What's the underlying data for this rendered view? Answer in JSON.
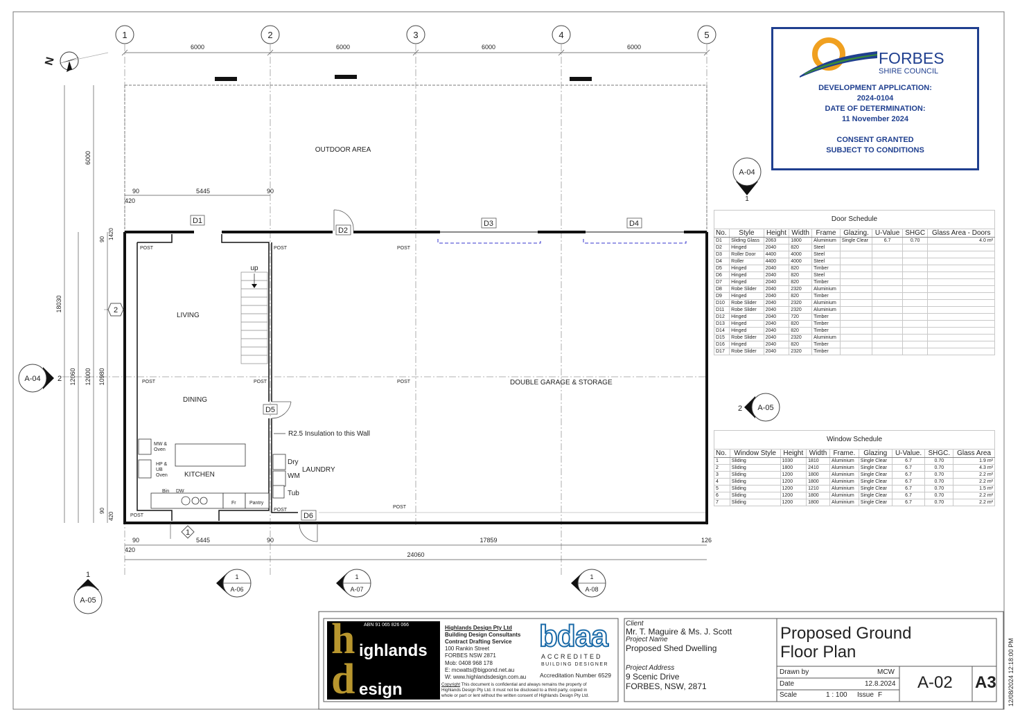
{
  "grid": {
    "columns": [
      "1",
      "2",
      "3",
      "4",
      "5"
    ],
    "top_dims": [
      "6000",
      "6000",
      "6000",
      "6000"
    ]
  },
  "north": "N",
  "dims": {
    "left_6000": "6000",
    "d90a": "90",
    "d5445": "5445",
    "d90b": "90",
    "d420a": "420",
    "d1420": "1420",
    "d90c": "90",
    "d18030": "18030",
    "d12060": "12060",
    "d12000": "12000",
    "d10980": "10980",
    "d90d": "90",
    "d420b": "420",
    "bot_90a": "90",
    "bot_5445": "5445",
    "bot_90b": "90",
    "bot_17859": "17859",
    "bot_126": "126",
    "bot_420": "420",
    "bot_24060": "24060"
  },
  "rooms": {
    "outdoor": "OUTDOOR AREA",
    "living": "LIVING",
    "dining": "DINING",
    "kitchen": "KITCHEN",
    "laundry": "LAUNDRY",
    "garage": "DOUBLE GARAGE & STORAGE"
  },
  "labels": {
    "up": "up",
    "post": "POST",
    "insulation": "R2.5 Insulation to this Wall",
    "mw_oven_1": "MW &",
    "mw_oven_2": "Oven",
    "hp_1": "HP &",
    "hp_2": "UB",
    "hp_3": "Oven",
    "bin": "Bin",
    "dw": "DW",
    "fr": "Fr",
    "pantry": "Pantry",
    "dry": "Dry",
    "wm": "WM",
    "tub": "Tub"
  },
  "doors": {
    "d1": "D1",
    "d2": "D2",
    "d3": "D3",
    "d4": "D4",
    "d5": "D5",
    "d6": "D6"
  },
  "markers": {
    "left_grid_2": "2",
    "bottom_grid_1": "1",
    "a04_top": "A-04",
    "a04_top_num": "1",
    "a04_left": "A-04",
    "a04_left_num": "2",
    "a05_right": "A-05",
    "a05_right_num": "2",
    "a05_bottom": "A-05",
    "a05_bottom_num": "1",
    "a06": "A-06",
    "a06_num": "1",
    "a07": "A-07",
    "a07_num": "1",
    "a08": "A-08",
    "a08_num": "1"
  },
  "stamp": {
    "council_1": "FORBES",
    "council_2": "SHIRE COUNCIL",
    "line1": "DEVELOPMENT APPLICATION:",
    "line2": "2024-0104",
    "line3": "DATE OF DETERMINATION:",
    "line4": "11 November 2024",
    "line5": "CONSENT GRANTED",
    "line6": "SUBJECT TO CONDITIONS",
    "colors": {
      "blue": "#1f3f8f",
      "orange": "#f0a020",
      "green": "#3a8a3a"
    }
  },
  "door_schedule": {
    "title": "Door Schedule",
    "headers": [
      "No.",
      "Style",
      "Height",
      "Width",
      "Frame",
      "Glazing.",
      "U-Value",
      "SHGC",
      "Glass Area - Doors"
    ],
    "rows": [
      [
        "D1",
        "Sliding Glass",
        "2063",
        "1800",
        "Aluminium",
        "Single Clear",
        "6.7",
        "0.70",
        "4.0 m²"
      ],
      [
        "D2",
        "Hinged",
        "2040",
        "820",
        "Steel",
        "",
        "",
        "",
        ""
      ],
      [
        "D3",
        "Roller Door",
        "4400",
        "4000",
        "Steel",
        "",
        "",
        "",
        ""
      ],
      [
        "D4",
        "Roller",
        "4400",
        "4000",
        "Steel",
        "",
        "",
        "",
        ""
      ],
      [
        "D5",
        "Hinged",
        "2040",
        "820",
        "Timber",
        "",
        "",
        "",
        ""
      ],
      [
        "D6",
        "Hinged",
        "2040",
        "820",
        "Steel",
        "",
        "",
        "",
        ""
      ],
      [
        "D7",
        "Hinged",
        "2040",
        "820",
        "Timber",
        "",
        "",
        "",
        ""
      ],
      [
        "D8",
        "Robe Slider",
        "2040",
        "2320",
        "Aluminium",
        "",
        "",
        "",
        ""
      ],
      [
        "D9",
        "Hinged",
        "2040",
        "820",
        "Timber",
        "",
        "",
        "",
        ""
      ],
      [
        "D10",
        "Robe Slider",
        "2040",
        "2320",
        "Aluminium",
        "",
        "",
        "",
        ""
      ],
      [
        "D11",
        "Robe Slider",
        "2040",
        "2320",
        "Aluminium",
        "",
        "",
        "",
        ""
      ],
      [
        "D12",
        "Hinged",
        "2040",
        "720",
        "Timber",
        "",
        "",
        "",
        ""
      ],
      [
        "D13",
        "Hinged",
        "2040",
        "820",
        "Timber",
        "",
        "",
        "",
        ""
      ],
      [
        "D14",
        "Hinged",
        "2040",
        "820",
        "Timber",
        "",
        "",
        "",
        ""
      ],
      [
        "D15",
        "Robe Slider",
        "2040",
        "2320",
        "Aluminium",
        "",
        "",
        "",
        ""
      ],
      [
        "D16",
        "Hinged",
        "2040",
        "820",
        "Timber",
        "",
        "",
        "",
        ""
      ],
      [
        "D17",
        "Robe Slider",
        "2040",
        "2320",
        "Timber",
        "",
        "",
        "",
        ""
      ]
    ]
  },
  "window_schedule": {
    "title": "Window Schedule",
    "headers": [
      "No.",
      "Window Style",
      "Height",
      "Width",
      "Frame.",
      "Glazing",
      "U-Value.",
      "SHGC.",
      "Glass Area"
    ],
    "rows": [
      [
        "1",
        "Sliding",
        "1030",
        "1810",
        "Aluminium",
        "Single Clear",
        "6.7",
        "0.70",
        "1.9 m²"
      ],
      [
        "2",
        "Sliding",
        "1800",
        "2410",
        "Aluminium",
        "Single Clear",
        "6.7",
        "0.70",
        "4.3 m²"
      ],
      [
        "3",
        "Sliding",
        "1200",
        "1800",
        "Aluminium",
        "Single Clear",
        "6.7",
        "0.70",
        "2.2 m²"
      ],
      [
        "4",
        "Sliding",
        "1200",
        "1800",
        "Aluminium",
        "Single Clear",
        "6.7",
        "0.70",
        "2.2 m²"
      ],
      [
        "5",
        "Sliding",
        "1200",
        "1210",
        "Aluminium",
        "Single Clear",
        "6.7",
        "0.70",
        "1.5 m²"
      ],
      [
        "6",
        "Sliding",
        "1200",
        "1800",
        "Aluminium",
        "Single Clear",
        "6.7",
        "0.70",
        "2.2 m²"
      ],
      [
        "7",
        "Sliding",
        "1200",
        "1800",
        "Aluminium",
        "Single Clear",
        "6.7",
        "0.70",
        "2.2 m²"
      ]
    ]
  },
  "titleblock": {
    "abn": "ABN 91 065 826 066",
    "logo_h": "h",
    "logo_word1": "ighlands",
    "logo_d": "d",
    "logo_word2": "esign",
    "company": "Highlands Design Pty Ltd",
    "line_a": "Building Design Consultants",
    "line_b": "Contract Drafting Service",
    "address1": "100 Rankin Street",
    "address2": "FORBES NSW 2871",
    "mob": "Mob: 0408 968 178",
    "email": "E: mcwatts@bigpond.net.au",
    "web": "W: www.highlandsdesign.com.au",
    "copyright_word": "Copyright",
    "copyright_1": " This document is confidential and always remains the property of",
    "copyright_2": "Highlands Design Pty Ltd. it must not be disclosed to a third party, copied in",
    "copyright_3": "whole or part or lent without the written consent of Highlands Design Pty Ltd.",
    "bdaa": "bdaa",
    "accredited": "ACCREDITED",
    "building_designer": "BUILDING DESIGNER",
    "accreditation": "Accreditation Number 6529",
    "client_label": "Client",
    "client": "Mr. T. Maguire & Ms. J. Scott",
    "project_label": "Project Name",
    "project": "Proposed Shed Dwelling",
    "address_label": "Project Address",
    "project_address1": "9 Scenic Drive",
    "project_address2": "FORBES, NSW, 2871",
    "title1": "Proposed Ground",
    "title2": "Floor Plan",
    "drawn_by_label": "Drawn by",
    "drawn_by": "MCW",
    "date_label": "Date",
    "date": "12.8.2024",
    "scale_label": "Scale",
    "scale": "1 : 100",
    "issue_label": "Issue",
    "issue": "F",
    "sheet": "A-02",
    "size": "A3",
    "timestamp": "12/08/2024 12:18:00 PM"
  }
}
